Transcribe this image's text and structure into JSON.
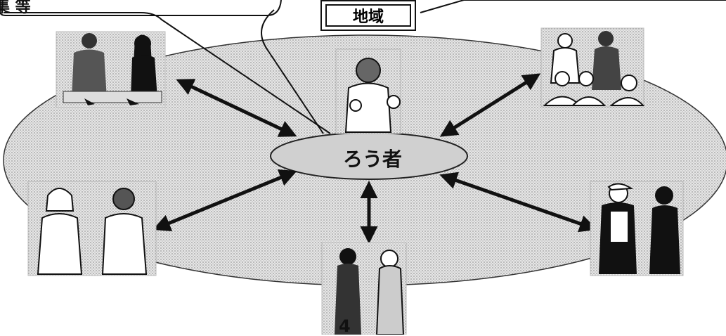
{
  "diagram": {
    "region_label": "地域",
    "center_label": "ろう者",
    "callout_fragment": "集 等",
    "page_number": "4"
  },
  "colors": {
    "ellipse_fill": "#d9d9d9",
    "line": "#111111",
    "background": "#ffffff"
  },
  "icons": {
    "people": [
      "top-left-couple",
      "top-center-signer",
      "top-right-group",
      "left-pair",
      "bottom-pair",
      "right-pair"
    ]
  }
}
